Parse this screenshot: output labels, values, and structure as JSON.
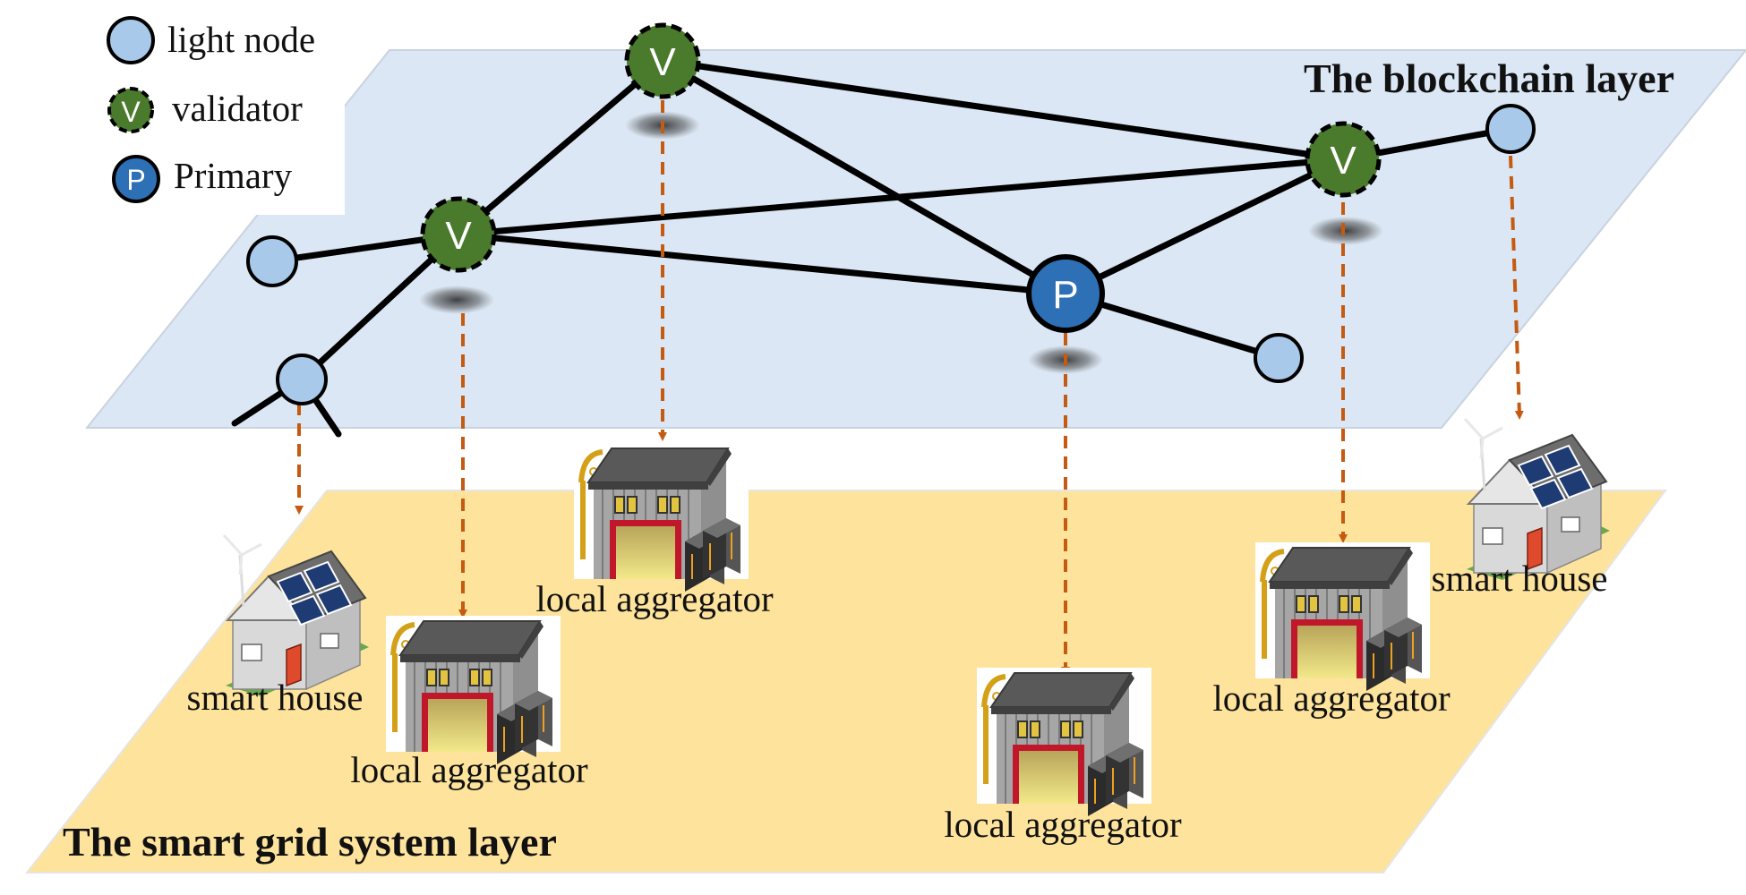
{
  "legend": {
    "light_node": "light node",
    "validator": "validator",
    "primary": "Primary"
  },
  "node_letters": {
    "validator": "V",
    "primary": "P"
  },
  "layers": {
    "blockchain": "The blockchain layer",
    "smart_grid": "The smart grid system layer"
  },
  "devices": {
    "smart_house": "smart house",
    "local_aggregator": "local aggregator"
  },
  "colors": {
    "blockchain_plane": "#dbe7f4",
    "grid_plane": "#fde39c",
    "light_node": "#a9c9ea",
    "validator": "#4a7a2c",
    "primary": "#2e70b5",
    "arrow": "#c55a11",
    "edge": "#000000"
  },
  "icons": {
    "smart_house": "house-solar-icon",
    "local_aggregator": "warehouse-server-icon"
  }
}
